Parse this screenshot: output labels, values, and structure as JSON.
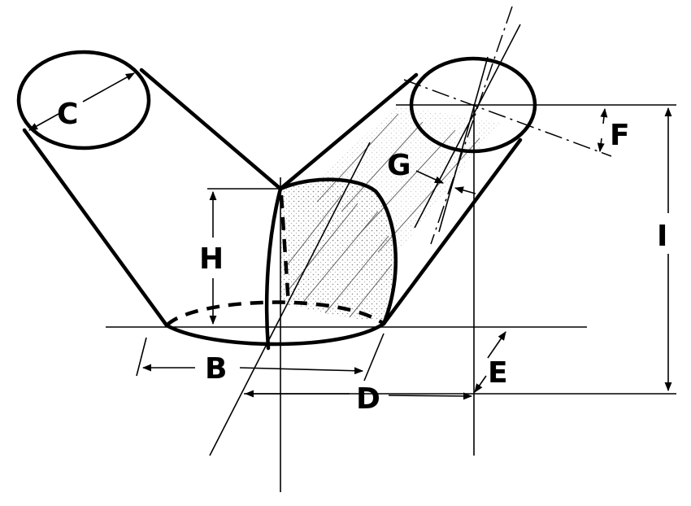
{
  "labels": {
    "b": "B",
    "c": "C",
    "d": "D",
    "e": "E",
    "f": "F",
    "g": "G",
    "h": "H",
    "i": "I"
  },
  "colors": {
    "ink": "#000000",
    "background": "#ffffff",
    "shading": "#9a9a9a"
  }
}
